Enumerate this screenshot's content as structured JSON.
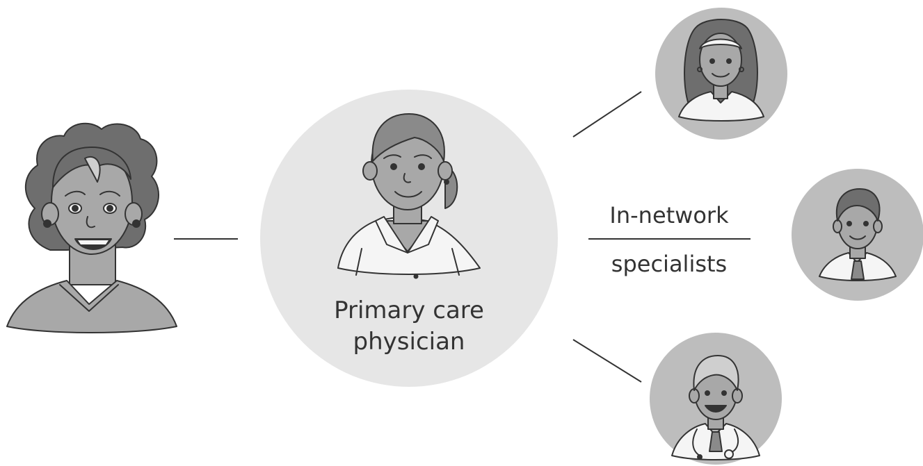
{
  "diagram": {
    "center_label_line1": "Primary care",
    "center_label_line2": "physician",
    "side_label_line1": "In-network",
    "side_label_line2": "specialists"
  },
  "colors": {
    "background": "#ffffff",
    "center_circle": "#e6e6e6",
    "specialist_circle": "#bdbdbd",
    "skin": "#a8a8a8",
    "hair_dark": "#6e6e6e",
    "hair_mid": "#8a8a8a",
    "clothing": "#f5f5f5",
    "outline": "#333333"
  },
  "nodes": [
    {
      "id": "patient",
      "icon": "patient-woman-icon"
    },
    {
      "id": "primary-care",
      "icon": "female-physician-icon"
    },
    {
      "id": "specialist-1",
      "icon": "female-specialist-icon"
    },
    {
      "id": "specialist-2",
      "icon": "male-specialist-icon"
    },
    {
      "id": "specialist-3",
      "icon": "male-doctor-stethoscope-icon"
    }
  ]
}
